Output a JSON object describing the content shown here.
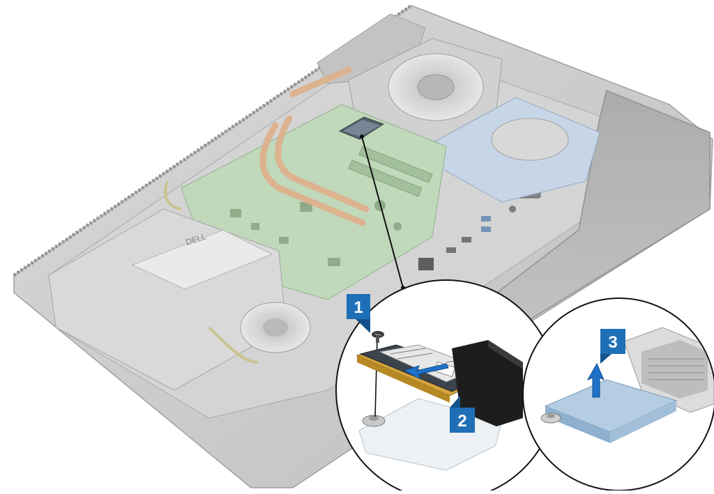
{
  "colors": {
    "callout_fill": "#1f6fb6",
    "callout_dark": "#13528a",
    "callout_text": "#ffffff",
    "arrow_blue": "#1e73c8",
    "board_green": "#8fbf88",
    "heatpipe_copper": "#d9a27a",
    "fan_gray": "#c8c8c8",
    "chassis_gray": "#b4b4b4",
    "ssd_card": "#3a3f44",
    "thermal_pad": "#a9c6dd"
  },
  "icons": [
    "screw-icon",
    "slide-arrow-icon",
    "lift-arrow-icon"
  ],
  "callouts": [
    {
      "number": "1"
    },
    {
      "number": "2"
    },
    {
      "number": "3"
    }
  ],
  "label_text": {
    "brand": "DELL"
  }
}
